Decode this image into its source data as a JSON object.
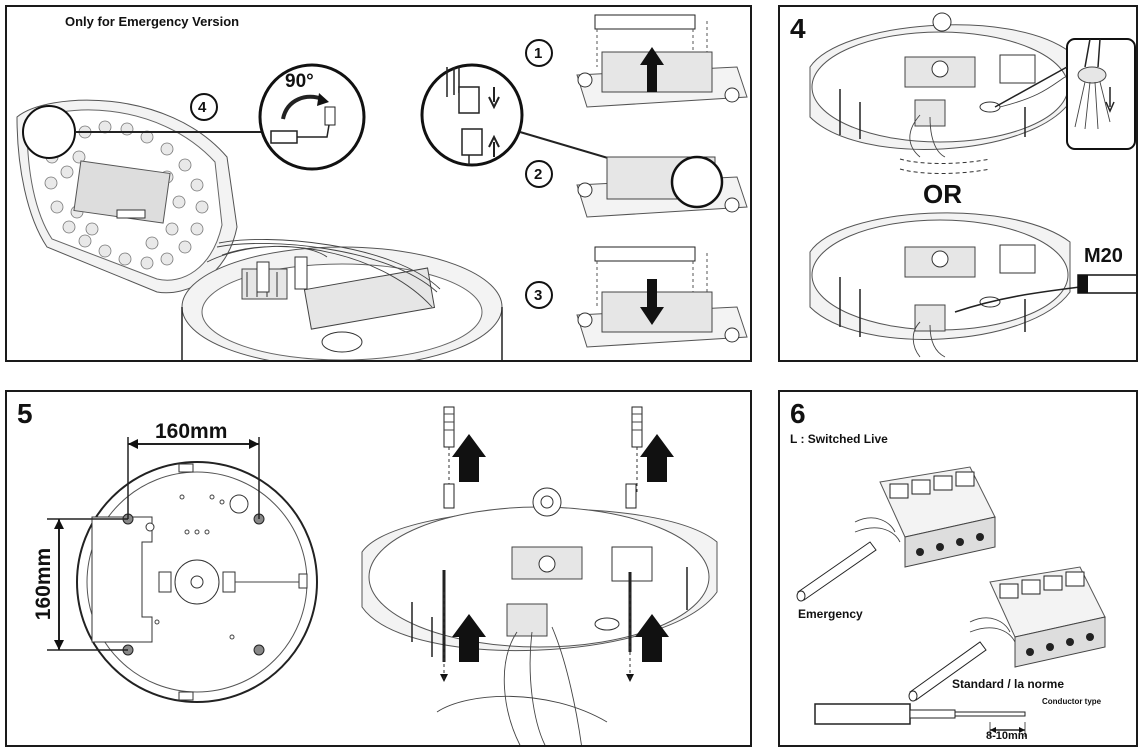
{
  "panels": {
    "p1": {
      "header": "Only for Emergency Version",
      "callout_number": "4",
      "angle_label": "90°",
      "steps": [
        "1",
        "2",
        "3"
      ]
    },
    "p4": {
      "number": "4",
      "or_label": "OR",
      "gland_label": "M20"
    },
    "p5": {
      "number": "5",
      "dim_horizontal": "160mm",
      "dim_vertical": "160mm"
    },
    "p6": {
      "number": "6",
      "legend": "L  : Switched Live",
      "emergency_label": "Emergency",
      "standard_label": "Standard / la norme",
      "conductor_label": "Conductor type",
      "strip_length": "8-10mm"
    }
  },
  "colors": {
    "ink": "#111111",
    "line": "#222222",
    "fill_light": "#f3f3f3",
    "fill_mid": "#e6e6e6"
  }
}
